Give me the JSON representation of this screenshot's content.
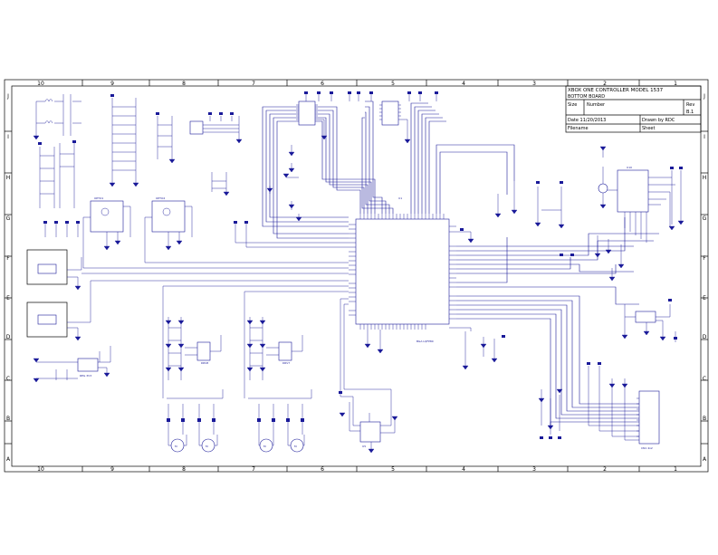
{
  "title_block": {
    "title": "XBOX ONE CONTROLLER MODEL 1537",
    "subtitle": "BOTTOM BOARD",
    "size_label": "Size",
    "number_label": "Number",
    "rev_label": "Rev",
    "rev_value": "B.1",
    "date_label": "Date 11/20/2013",
    "drawn_by_label": "Drawn by RDC",
    "filename_label": "Filename",
    "sheet_label": "Sheet"
  },
  "border": {
    "columns": [
      "10",
      "9",
      "8",
      "7",
      "6",
      "5",
      "4",
      "3",
      "2",
      "1"
    ],
    "rows": [
      "J",
      "I",
      "H",
      "G",
      "F",
      "E",
      "D",
      "C",
      "B",
      "A"
    ]
  },
  "labels": {
    "mcu_part": "BGA LQFP80",
    "mcu_ref": "U1",
    "eeprom": "U2",
    "usb_connector": "USB",
    "vib_left_driver": "DRV8",
    "vib_right_driver": "DRV7",
    "expansion_connector": "CN1 4x2",
    "accel_chip": "U10",
    "flash_chip": "U5",
    "opto_left": "OPTO1",
    "opto_right": "OPTO2",
    "regulator": "REG 3V3"
  },
  "colors": {
    "wire": "#1a1a99",
    "frame": "#000000",
    "paper": "#ffffff"
  }
}
